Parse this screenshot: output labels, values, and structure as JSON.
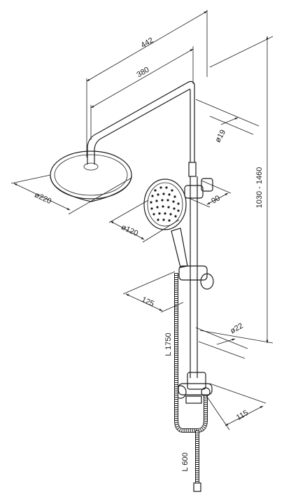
{
  "dimensions": {
    "width_total": "442",
    "width_arm": "380",
    "head_diameter": "ø220",
    "pipe_diameter_top": "ø19",
    "holder_depth": "90",
    "hand_diameter": "ø120",
    "hand_holder_offset": "125",
    "hose_length": "L 1750",
    "pipe_diameter_bottom": "ø22",
    "bracket_depth": "115",
    "bottom_length": "L 600",
    "height_range": "1030 - 1460"
  },
  "colors": {
    "line": "#1a1a1a",
    "background": "#ffffff"
  }
}
